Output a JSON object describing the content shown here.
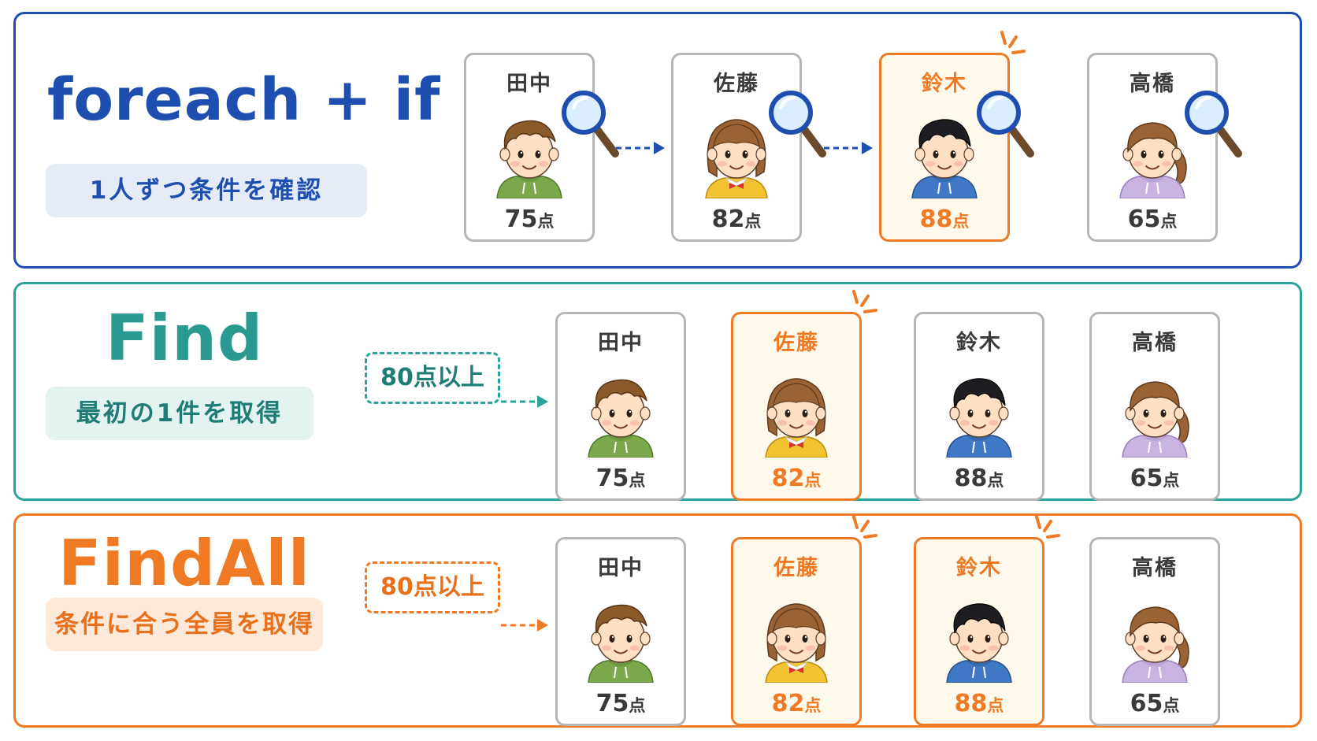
{
  "panels": [
    {
      "title": "foreach + if",
      "subtitle": "1人ずつ条件を確認",
      "color": "#1e4fb0",
      "condition": "",
      "cards": [
        {
          "name": "田中",
          "score": "75",
          "unit": "点",
          "highlight": false,
          "magnifier": true,
          "sparkle": false,
          "avatar": "boy-brown-green-hoodie"
        },
        {
          "name": "佐藤",
          "score": "82",
          "unit": "点",
          "highlight": false,
          "magnifier": true,
          "sparkle": false,
          "avatar": "girl-bob-yellow-sweater"
        },
        {
          "name": "鈴木",
          "score": "88",
          "unit": "点",
          "highlight": true,
          "magnifier": true,
          "sparkle": true,
          "avatar": "boy-black-blue-hoodie"
        },
        {
          "name": "高橋",
          "score": "65",
          "unit": "点",
          "highlight": false,
          "magnifier": true,
          "sparkle": false,
          "avatar": "girl-ponytail-purple-hoodie"
        }
      ]
    },
    {
      "title": "Find",
      "subtitle": "最初の1件を取得",
      "color": "#2aa39a",
      "condition": "80点以上",
      "cards": [
        {
          "name": "田中",
          "score": "75",
          "unit": "点",
          "highlight": false,
          "avatar": "boy-brown-green-hoodie"
        },
        {
          "name": "佐藤",
          "score": "82",
          "unit": "点",
          "highlight": true,
          "sparkle": true,
          "avatar": "girl-bob-yellow-sweater"
        },
        {
          "name": "鈴木",
          "score": "88",
          "unit": "点",
          "highlight": false,
          "avatar": "boy-black-blue-hoodie"
        },
        {
          "name": "高橋",
          "score": "65",
          "unit": "点",
          "highlight": false,
          "avatar": "girl-ponytail-purple-hoodie"
        }
      ]
    },
    {
      "title": "FindAll",
      "subtitle": "条件に合う全員を取得",
      "color": "#f07a23",
      "condition": "80点以上",
      "cards": [
        {
          "name": "田中",
          "score": "75",
          "unit": "点",
          "highlight": false,
          "avatar": "boy-brown-green-hoodie"
        },
        {
          "name": "佐藤",
          "score": "82",
          "unit": "点",
          "highlight": true,
          "sparkle": true,
          "avatar": "girl-bob-yellow-sweater"
        },
        {
          "name": "鈴木",
          "score": "88",
          "unit": "点",
          "highlight": true,
          "sparkle": true,
          "avatar": "boy-black-blue-hoodie"
        },
        {
          "name": "高橋",
          "score": "65",
          "unit": "点",
          "highlight": false,
          "avatar": "girl-ponytail-purple-hoodie"
        }
      ]
    }
  ]
}
